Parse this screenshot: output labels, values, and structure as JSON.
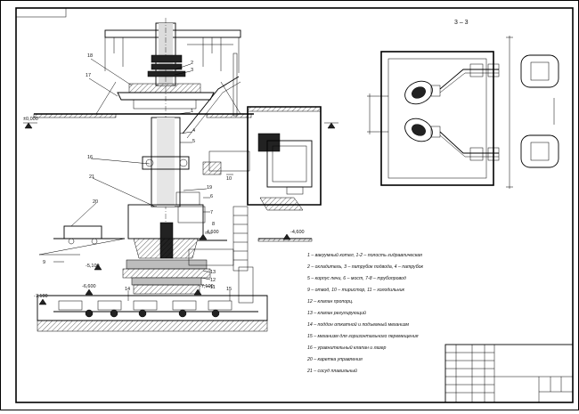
{
  "section_label": "3 – 3",
  "level_marks": {
    "upper_left": "±0,000",
    "mid_right_a": "-4,600",
    "mid_right_b": "-4,600",
    "mid_left": "-5,100",
    "lower_left": "-6,600",
    "floor_left": "-7,100",
    "floor_mid": "-7,100"
  },
  "callout_numbers": [
    "18",
    "17",
    "2",
    "3",
    "1",
    "4",
    "5",
    "16",
    "21",
    "19",
    "6",
    "7",
    "8",
    "13",
    "12",
    "11",
    "20",
    "14",
    "15",
    "10",
    "9"
  ],
  "legend_notes": [
    "1 – вакуумный котел, 1-2 – полость гидравлическая",
    "2 – охладитель, 3 – патрубок подвода, 4 – патрубок",
    "5 – корпус печи, 6 – мост, 7-8 – трубопровод",
    "9 – отвод, 10 – тиристор, 11 – холодильник",
    "12 – клапан пропорц.",
    "13 – клапан регулирующий",
    "14 – поддон откатной и подъемный механизм",
    "15 – механизм для горизонтального перемещения",
    "16 – уравнительный клапан и лазер",
    "20 – каретка управления",
    "21 – сосуд плавильный"
  ]
}
